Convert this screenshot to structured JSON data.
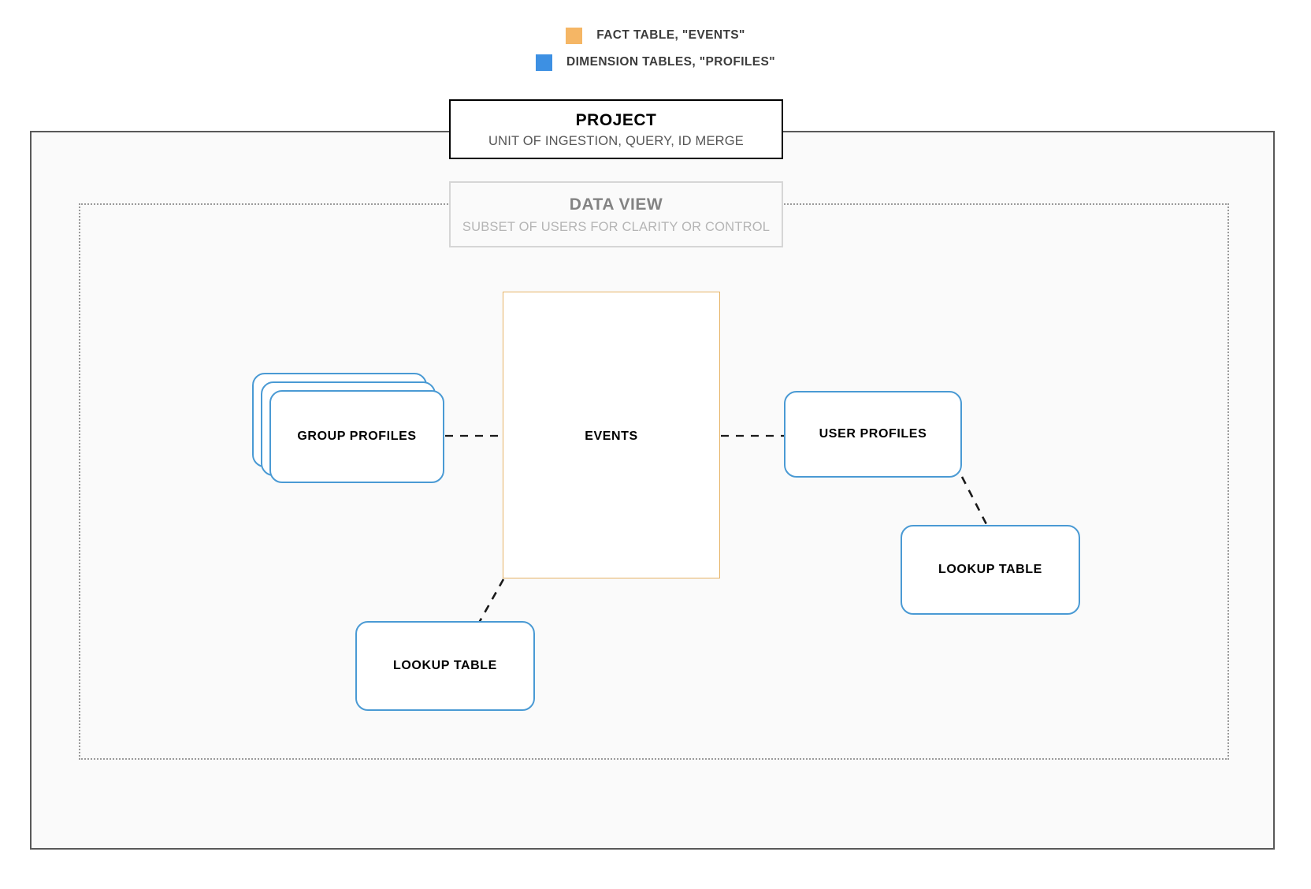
{
  "legend": {
    "items": [
      {
        "label": "FACT TABLE, \"EVENTS\"",
        "color": "#f5b665",
        "icon": "orange-square-swatch"
      },
      {
        "label": "DIMENSION TABLES, \"PROFILES\"",
        "color": "#3d90e3",
        "icon": "blue-square-swatch"
      }
    ]
  },
  "project": {
    "title": "PROJECT",
    "subtitle": "UNIT OF INGESTION, QUERY, ID MERGE",
    "border_color": "#000000"
  },
  "data_view": {
    "title": "DATA VIEW",
    "subtitle": "SUBSET OF USERS FOR CLARITY OR CONTROL",
    "border_color": "#d6d6d6"
  },
  "nodes": {
    "events": {
      "label": "EVENTS",
      "border_color": "#e6b366"
    },
    "group_profiles": {
      "label": "GROUP PROFILES",
      "border_color": "#4a9ad4",
      "stack_count": 3
    },
    "user_profiles": {
      "label": "USER PROFILES",
      "border_color": "#4a9ad4"
    },
    "lookup_table_left": {
      "label": "LOOKUP TABLE",
      "border_color": "#4a9ad4"
    },
    "lookup_table_right": {
      "label": "LOOKUP TABLE",
      "border_color": "#4a9ad4"
    }
  },
  "connectors": [
    {
      "name": "group-profiles-to-events",
      "style": "dashed"
    },
    {
      "name": "events-to-user-profiles",
      "style": "dashed"
    },
    {
      "name": "events-to-lookup-table-left",
      "style": "dashed"
    },
    {
      "name": "user-profiles-to-lookup-table-right",
      "style": "dashed"
    }
  ]
}
